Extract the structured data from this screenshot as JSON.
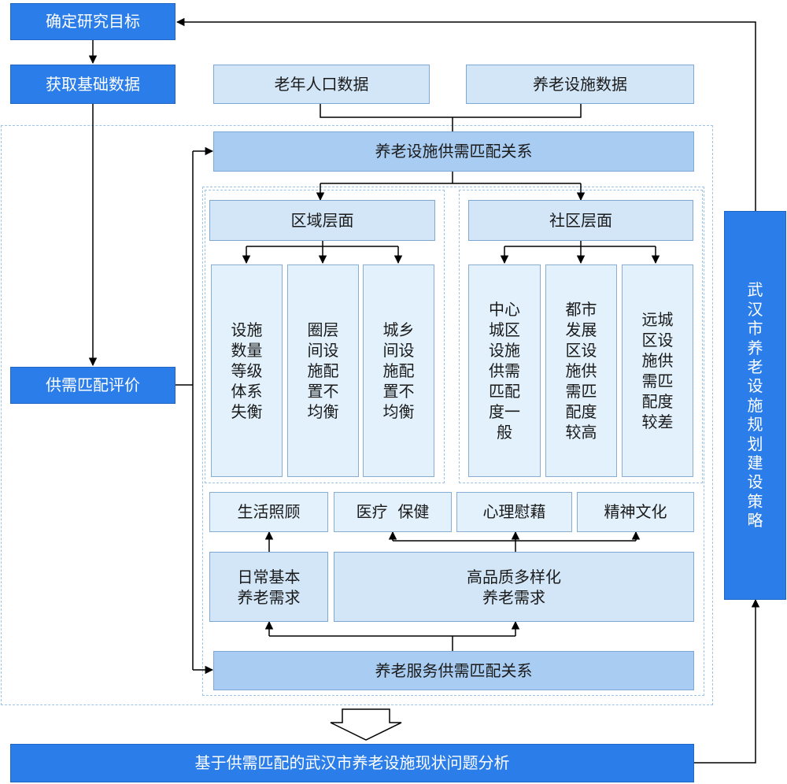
{
  "left_flow": {
    "goal": "确定研究目标",
    "data": "获取基础数据",
    "evaluation": "供需匹配评价",
    "analysis": "基于供需匹配的武汉市养老设施现状问题分析"
  },
  "inputs": {
    "elderly": "老年人口数据",
    "facility": "养老设施数据"
  },
  "facility_match": {
    "title": "养老设施供需匹配关系",
    "regional": {
      "title": "区域层面",
      "items": [
        "设施\n数量\n等级\n体系\n失衡",
        "圈层\n间设\n施配\n置不\n均衡",
        "城乡\n间设\n施配\n置不\n均衡"
      ]
    },
    "community": {
      "title": "社区层面",
      "items": [
        "中心\n城区\n设施\n供需\n匹配\n度一\n般",
        "都市\n发展\n区设\n施供\n需匹\n配度\n较高",
        "远城\n区设\n施供\n需匹\n配度\n较差"
      ]
    }
  },
  "service_match": {
    "needs": [
      "生活照顾",
      "医疗  保健",
      "心理慰藉",
      "精神文化"
    ],
    "basic": "日常基本\n养老需求",
    "diverse": "高品质多样化\n养老需求",
    "title": "养老服务供需匹配关系"
  },
  "strategy": "武\n汉\n市\n养\n老\n设\n施\n规\n划\n建\n设\n策\n略"
}
